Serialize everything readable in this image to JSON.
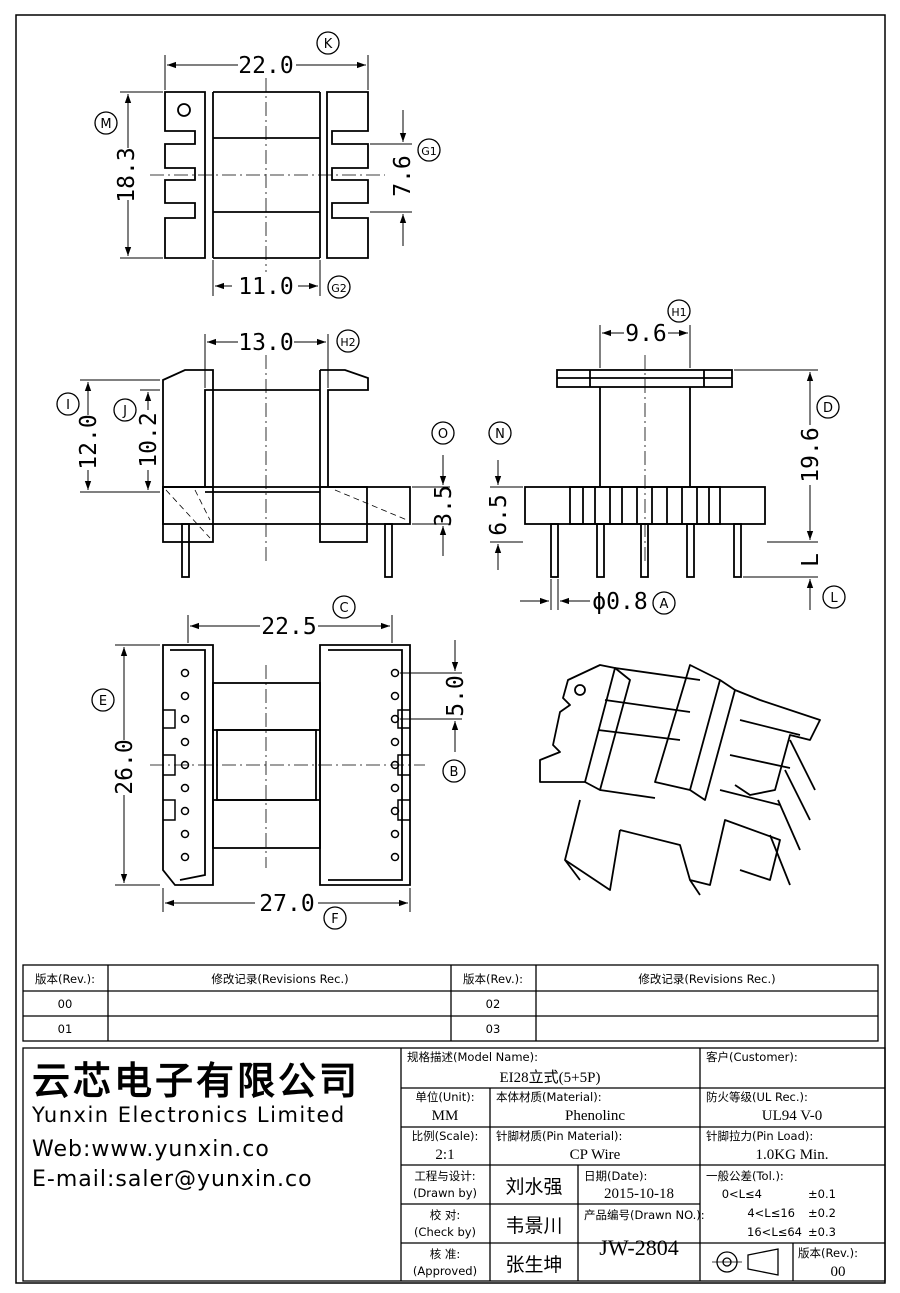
{
  "dimensions": {
    "K": "22.0",
    "M": "18.3",
    "G1": "7.6",
    "G2": "11.0",
    "H2": "13.0",
    "I": "12.0",
    "J": "10.2",
    "O": "3.5",
    "H1": "9.6",
    "D": "19.6",
    "N": "6.5",
    "L": "L",
    "A": "ϕ0.8",
    "C": "22.5",
    "E": "26.0",
    "B": "5.0",
    "F": "27.0"
  },
  "callouts": [
    "K",
    "M",
    "G1",
    "G2",
    "H2",
    "I",
    "J",
    "O",
    "H1",
    "D",
    "N",
    "L",
    "A",
    "C",
    "E",
    "B",
    "F"
  ],
  "revision_table": {
    "rev_header": "版本(Rev.):",
    "rec_header": "修改记录(Revisions Rec.)",
    "rows": [
      [
        "00",
        "02"
      ],
      [
        "01",
        "03"
      ]
    ]
  },
  "company": {
    "name_cn": "云芯电子有限公司",
    "name_en": "Yunxin Electronics Limited",
    "web": "Web:www.yunxin.co",
    "email": "E-mail:saler@yunxin.co"
  },
  "title_block": {
    "model_label": "规格描述(Model Name):",
    "model_value": "EI28立式(5+5P)",
    "customer_label": "客户(Customer):",
    "customer_value": "",
    "unit_label": "单位(Unit):",
    "unit_value": "MM",
    "material_label": "本体材质(Material):",
    "material_value": "Phenolinc",
    "ul_label": "防火等级(UL Rec.):",
    "ul_value": "UL94 V-0",
    "scale_label": "比例(Scale):",
    "scale_value": "2:1",
    "pin_material_label": "针脚材质(Pin Material):",
    "pin_material_value": "CP Wire",
    "pin_load_label": "针脚拉力(Pin Load):",
    "pin_load_value": "1.0KG Min.",
    "drawn_label_1": "工程与设计:",
    "drawn_label_2": "(Drawn by)",
    "drawn_value": "刘水强",
    "date_label": "日期(Date):",
    "date_value": "2015-10-18",
    "tol_label": "一般公差(Tol.):",
    "tol_rows": [
      [
        "0<L≤4",
        "±0.1"
      ],
      [
        "4<L≤16",
        "±0.2"
      ],
      [
        "16<L≤64",
        "±0.3"
      ]
    ],
    "check_label_1": "校  对:",
    "check_label_2": "(Check by)",
    "check_value": "韦景川",
    "drawn_no_label": "产品编号(Drawn NO.):",
    "drawn_no_value": "JW-2804",
    "approved_label_1": "核  准:",
    "approved_label_2": "(Approved)",
    "approved_value": "张生坤",
    "rev_label": "版本(Rev.):",
    "rev_value": "00"
  }
}
